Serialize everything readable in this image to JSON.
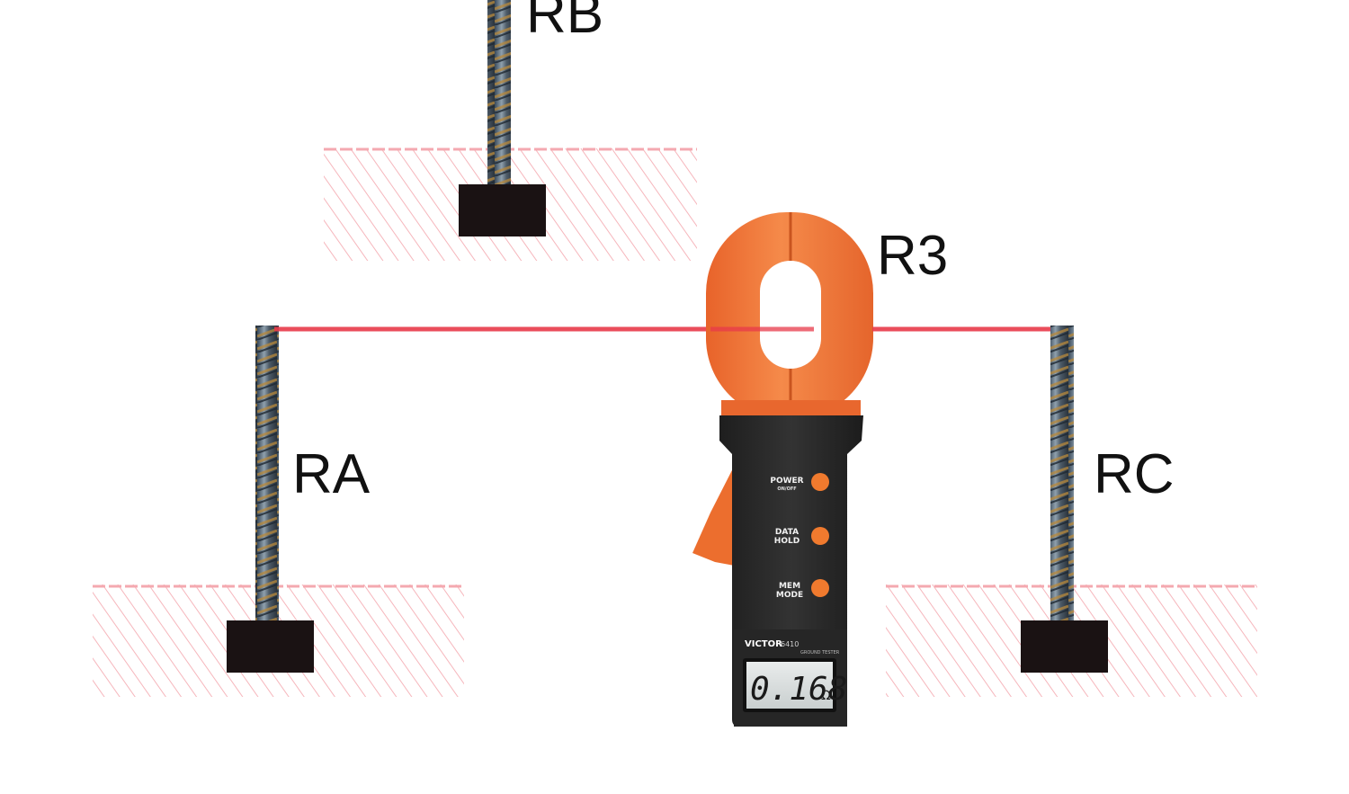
{
  "labels": {
    "rb": "RB",
    "ra": "RA",
    "rc": "RC",
    "r3": "R3"
  },
  "meter": {
    "buttons": [
      {
        "line1": "POWER",
        "line2": "ON/OFF"
      },
      {
        "line1": "DATA",
        "line2": "HOLD"
      },
      {
        "line1": "MEM",
        "line2": "MODE"
      }
    ],
    "brand": "VICTOR",
    "model": "6410",
    "description": "GROUND TESTER",
    "reading": "0.168",
    "unit": "Ω"
  },
  "colors": {
    "wire": "#e83a4a",
    "soil_hatch": "#f4a9b0",
    "clamp_orange": "#f07a3a",
    "meter_body": "#2b2b2b",
    "electrode_base": "#1a1213",
    "button_orange": "#f07a2e"
  }
}
